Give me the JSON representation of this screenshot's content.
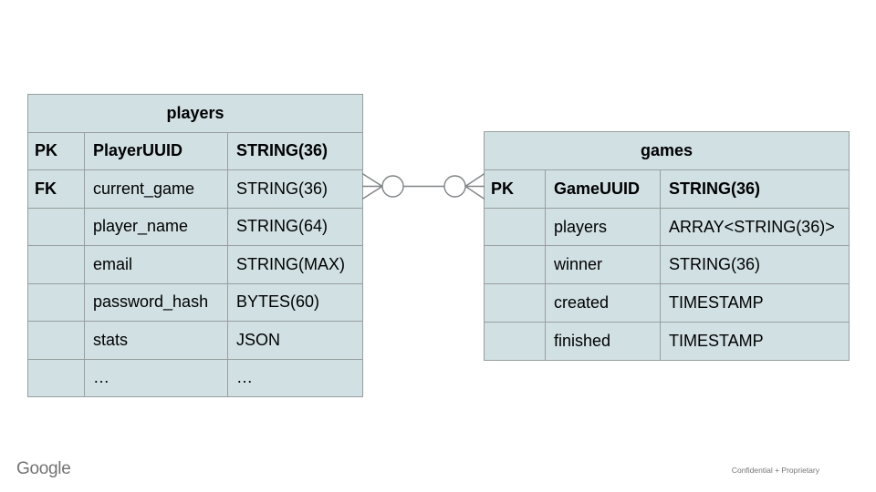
{
  "slide": {
    "background_color": "#ffffff"
  },
  "colors": {
    "table_cell_bg": "#d0e0e3",
    "table_border": "#989e9f",
    "table_text": "#000000",
    "connector_stroke": "#7f8486",
    "logo_gray": "#737373",
    "confidential_gray": "#757575"
  },
  "tables": {
    "players": {
      "title": "players",
      "rows": [
        {
          "key": "PK",
          "field": "PlayerUUID",
          "type": "STRING(36)"
        },
        {
          "key": "FK",
          "field": "current_game",
          "type": "STRING(36)"
        },
        {
          "key": "",
          "field": "player_name",
          "type": "STRING(64)"
        },
        {
          "key": "",
          "field": "email",
          "type": "STRING(MAX)"
        },
        {
          "key": "",
          "field": "password_hash",
          "type": "BYTES(60)"
        },
        {
          "key": "",
          "field": "stats",
          "type": "JSON"
        },
        {
          "key": "",
          "field": "…",
          "type": "…"
        }
      ]
    },
    "games": {
      "title": "games",
      "rows": [
        {
          "key": "PK",
          "field": "GameUUID",
          "type": "STRING(36)"
        },
        {
          "key": "",
          "field": "players",
          "type": "ARRAY<STRING(36)>"
        },
        {
          "key": "",
          "field": "winner",
          "type": "STRING(36)"
        },
        {
          "key": "",
          "field": "created",
          "type": "TIMESTAMP"
        },
        {
          "key": "",
          "field": "finished",
          "type": "TIMESTAMP"
        }
      ]
    }
  },
  "relationship": {
    "left_table": "players",
    "right_table": "games",
    "notation": "zero-or-many to zero-or-many (crow's foot with circle at both ends)"
  },
  "footer": {
    "logo_text": "Google",
    "confidential_text": "Confidential + Proprietary"
  }
}
